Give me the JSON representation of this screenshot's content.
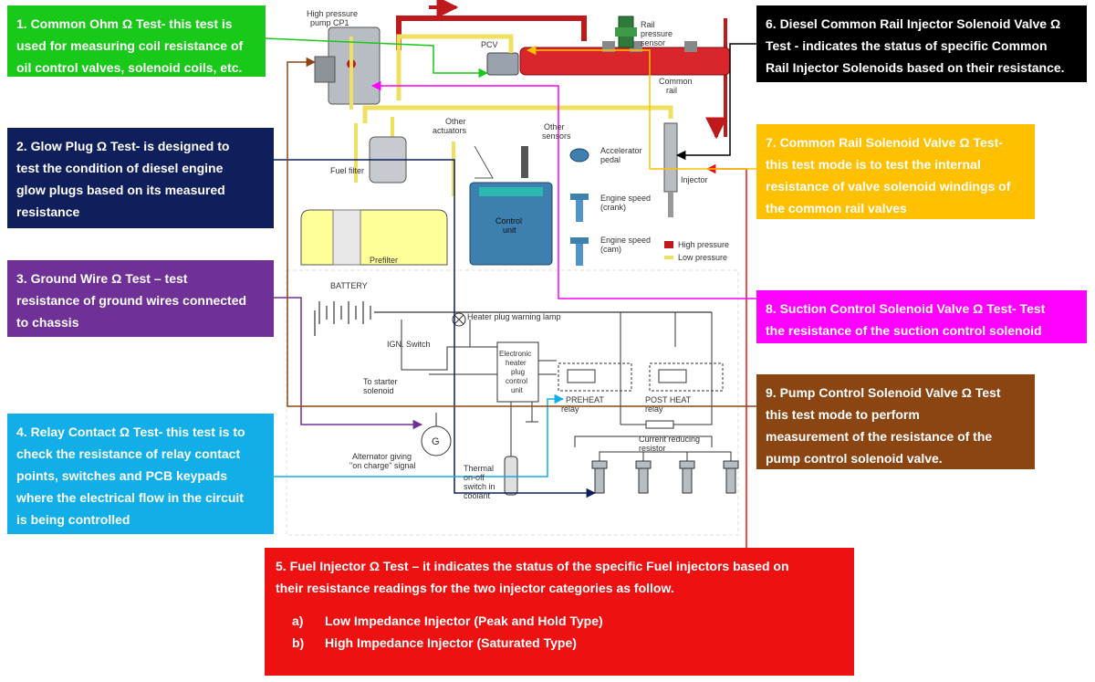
{
  "colors": {
    "common_ohm": "#19c919",
    "glow_plug": "#0f1f5c",
    "ground_wire": "#6f3197",
    "relay_contact": "#12aee8",
    "fuel_injector": "#ee1111",
    "diesel_injector": "#000000",
    "rail_valve": "#ffc000",
    "suction_valve": "#ff00ff",
    "pump_valve": "#8b4513",
    "high_pressure_line": "#c0191c",
    "low_pressure_line": "#f0e060"
  },
  "boxes": {
    "common_ohm": [
      "1. Common Ohm Ω Test- this test is",
      "used for measuring coil resistance of",
      "oil control valves, solenoid coils, etc."
    ],
    "glow_plug": [
      "2. Glow Plug Ω Test- is designed to",
      "test the condition of diesel engine",
      "glow plugs based on its measured",
      "resistance"
    ],
    "ground_wire": [
      "3. Ground Wire Ω Test – test",
      "resistance of ground wires connected",
      "to chassis"
    ],
    "relay_contact": [
      "4. Relay Contact Ω Test- this test is to",
      "check the resistance of relay contact",
      "points, switches and PCB keypads",
      "where the electrical flow in the circuit",
      "is being controlled"
    ],
    "fuel_injector": {
      "lines": [
        "5. Fuel Injector Ω Test – it indicates the status of the specific Fuel injectors based on",
        "their resistance readings for the two injector categories as follow."
      ],
      "items": [
        {
          "marker": "a)",
          "text": "Low Impedance Injector (Peak and Hold Type)"
        },
        {
          "marker": "b)",
          "text": "High Impedance Injector (Saturated Type)"
        }
      ]
    },
    "diesel_injector": [
      "6. Diesel Common Rail Injector Solenoid Valve Ω",
      "Test - indicates the status of specific Common",
      "Rail Injector Solenoids based on their resistance."
    ],
    "rail_valve": [
      "7. Common Rail Solenoid Valve Ω Test-",
      "this test mode is to test the internal",
      "resistance of valve solenoid windings of",
      "the common rail valves"
    ],
    "suction_valve": [
      "8. Suction Control Solenoid Valve Ω Test- Test",
      "the resistance of the suction control solenoid"
    ],
    "pump_valve": [
      "9. Pump Control Solenoid Valve Ω Test",
      "this test mode to perform",
      "measurement of the resistance of the",
      "pump control solenoid valve."
    ]
  },
  "diagram": {
    "high_pressure_pump": [
      "High pressure",
      "pump CP1"
    ],
    "rail_pressure_sensor": [
      "Rail",
      "pressure",
      "sensor"
    ],
    "pcv": "PCV",
    "common_rail": [
      "Common",
      "rail"
    ],
    "other_actuators": [
      "Other",
      "actuators"
    ],
    "other_sensors": [
      "Other",
      "sensors"
    ],
    "accelerator_pedal": [
      "Accelerator",
      "pedal"
    ],
    "fuel_filter": "Fuel filter",
    "control_unit": [
      "Control",
      "unit"
    ],
    "engine_speed_crank": [
      "Engine speed",
      "(crank)"
    ],
    "engine_speed_cam": [
      "Engine speed",
      "(cam)"
    ],
    "injector": "Injector",
    "legend_high": "High pressure",
    "legend_low": "Low pressure",
    "prefilter": "Prefilter",
    "battery": "BATTERY",
    "heater_lamp": "Heater plug warning lamp",
    "ign_switch": "IGN. Switch",
    "to_starter": [
      "To starter",
      "solenoid"
    ],
    "heater_unit": [
      "Electronic",
      "heater",
      "plug",
      "control",
      "unit"
    ],
    "preheat": [
      "PREHEAT",
      "relay"
    ],
    "post_heat": [
      "POST HEAT",
      "relay"
    ],
    "current_resistor": [
      "Current reducing",
      "resistor"
    ],
    "alternator_symbol": "G",
    "alternator": [
      "Alternator giving",
      "\"on charge\" signal"
    ],
    "thermal_switch": [
      "Thermal",
      "on-off",
      "switch in",
      "coolant"
    ]
  }
}
